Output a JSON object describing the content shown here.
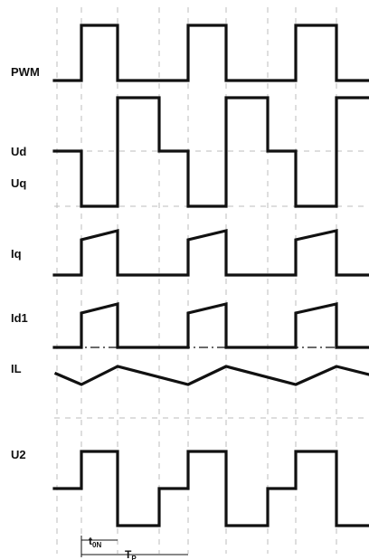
{
  "signals": [
    {
      "id": "pwm",
      "label": "PWM"
    },
    {
      "id": "ud",
      "label": "Ud"
    },
    {
      "id": "uq",
      "label": "Uq"
    },
    {
      "id": "iq",
      "label": "Iq"
    },
    {
      "id": "id1",
      "label": "Id1"
    },
    {
      "id": "il",
      "label": "IL"
    },
    {
      "id": "u2",
      "label": "U2"
    }
  ],
  "annotations": {
    "t_on_main": "t",
    "t_on_sub": "0N",
    "t_p_main": "T",
    "t_p_sub": "P"
  }
}
